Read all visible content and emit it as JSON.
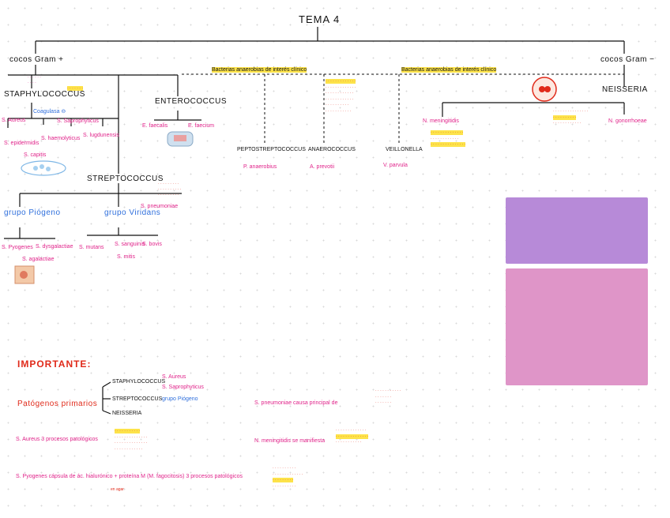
{
  "title": "TEMA 4",
  "colors": {
    "black": "#111111",
    "pink": "#e0238a",
    "blue": "#2f6fdc",
    "red": "#e02a1a",
    "highlight": "#fde34a"
  },
  "branches": {
    "gram_pos": "cocos Gram +",
    "gram_neg": "cocos Gram −"
  },
  "staph": {
    "name": "STAPHYLOCOCCUS",
    "coagulase_neg": "Coagulasa ⊖",
    "aureus": "S. Aureus",
    "saprophyticus": "S. Saprophyticus",
    "epidermidis": "S. epidermidis",
    "haemolyticus": "S. haemolyticus",
    "lugdunensis": "S. lugdunensis",
    "capitis": "S. capitis"
  },
  "enterococcus": {
    "name": "ENTEROCOCCUS",
    "faecalis": "E. faecalis",
    "faecium": "E. faecium"
  },
  "strepto": {
    "name": "STREPTOCOCCUS",
    "pyogenes_group": "grupo Piógeno",
    "viridans_group": "grupo Viridans",
    "pneumoniae": "S. pneumoniae",
    "pyogenes": "S. Pyogenes",
    "agalactiae": "S. agalactiae",
    "dysgalactiae": "S. dysgalactiae",
    "mutans": "S. mutans",
    "sanguinis": "S. sanguinis",
    "mitis": "S. mitis",
    "bovis": "S. bovis"
  },
  "anaerobes": {
    "header_left": "Bacterias anaerobias de interés clínico",
    "header_right": "Bacterias anaerobias de interés clínico",
    "pepto": "PEPTOSTREPTOCOCCUS",
    "pepto_species": "P. anaerobius",
    "anaero": "ANAEROCOCCUS",
    "anaero_species": "A. prevotii",
    "veillonella": "VEILLONELLA",
    "veillonella_species": "V. parvula"
  },
  "neisseria": {
    "name": "NEISSERIA",
    "meningitidis": "N. meningitidis",
    "gonorrhoeae": "N. gonorrhoeae"
  },
  "important": {
    "heading": "IMPORTANTE:",
    "primary_pathogens": "Patógenos primarios",
    "staph": "STAPHYLOCOCCUS",
    "strep": "STREPTOCOCCUS",
    "neisseria": "NEISSERIA",
    "aureus": "S. Aureus",
    "saprophyticus": "S. Saprophyticus",
    "pyogenes_group": "grupo Piógeno",
    "pneumoniae_line": "S. pneumoniae causa principal de",
    "aureus_line": "S. Aureus 3 procesos patológicos",
    "meningitidis_line": "N. meningitidis se manifiesta",
    "pyogenes_line": "S. Pyogenes cápsula de ác. hialurónico + proteína M (M. fagocitosis) 3 procesos patológicos",
    "sub_note": "en agar"
  }
}
